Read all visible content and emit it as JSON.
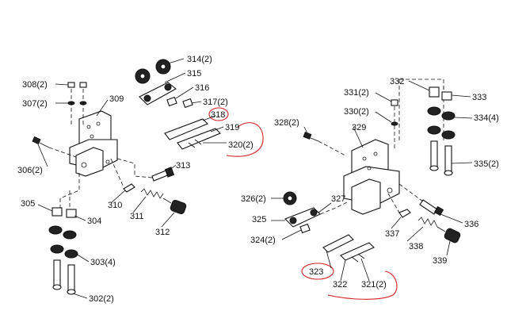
{
  "labels": {
    "l314": "314(2)",
    "l315": "315",
    "l316": "316",
    "l317": "317(2)",
    "l318": "318",
    "l319": "319",
    "l320": "320(2)",
    "l308": "308(2)",
    "l307": "307(2)",
    "l309": "309",
    "l306": "306(2)",
    "l313": "313",
    "l305": "305",
    "l304": "304",
    "l310": "310",
    "l311": "311",
    "l312": "312",
    "l303": "303(4)",
    "l302": "302(2)",
    "l332": "332",
    "l331": "331(2)",
    "l333": "333",
    "l330": "330(2)",
    "l334": "334(4)",
    "l328": "328(2)",
    "l329": "329",
    "l335": "335(2)",
    "l326": "326(2)",
    "l327": "327",
    "l325": "325",
    "l336": "336",
    "l324": "324(2)",
    "l337": "337",
    "l338": "338",
    "l323": "323",
    "l339": "339",
    "l322": "322",
    "l321": "321(2)"
  },
  "highlight_color": "#d42020"
}
